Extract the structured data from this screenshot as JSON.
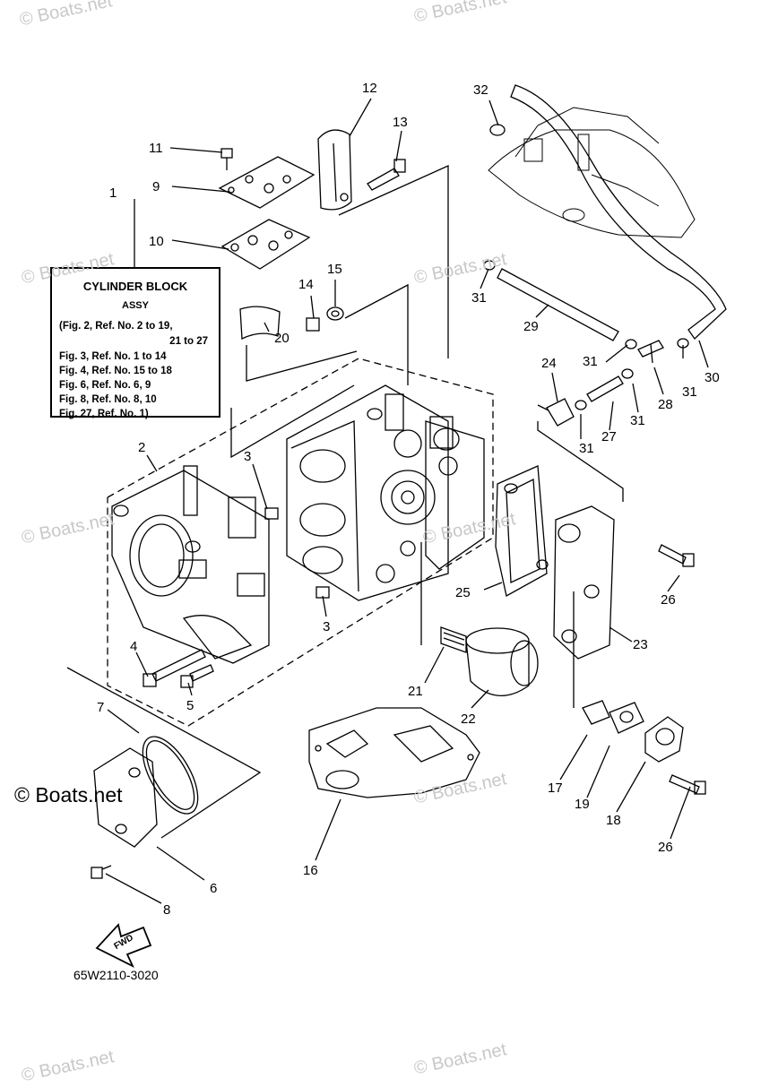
{
  "title_box": {
    "title": "CYLINDER BLOCK",
    "subtitle": "ASSY",
    "lines": [
      "(Fig. 2, Ref. No. 2 to 19,",
      "21 to 27",
      "Fig. 3, Ref. No. 1 to 14",
      "Fig. 4, Ref. No. 15 to 18",
      "Fig. 6, Ref. No. 6, 9",
      "Fig. 8, Ref. No. 8, 10",
      "Fig. 27, Ref. No. 1)"
    ]
  },
  "callouts": {
    "c1": "1",
    "c2": "2",
    "c3a": "3",
    "c3b": "3",
    "c4": "4",
    "c5": "5",
    "c6": "6",
    "c7": "7",
    "c8": "8",
    "c9": "9",
    "c10": "10",
    "c11": "11",
    "c12": "12",
    "c13": "13",
    "c14": "14",
    "c15": "15",
    "c16": "16",
    "c17": "17",
    "c18": "18",
    "c19": "19",
    "c20": "20",
    "c21": "21",
    "c22": "22",
    "c23": "23",
    "c24": "24",
    "c25": "25",
    "c26a": "26",
    "c26b": "26",
    "c27": "27",
    "c28": "28",
    "c29": "29",
    "c30": "30",
    "c31a": "31",
    "c31b": "31",
    "c31c": "31",
    "c31d": "31",
    "c31e": "31",
    "c32": "32"
  },
  "fwd_label": "FWD",
  "part_number": "65W2110-3020",
  "watermarks": {
    "faint": "© Boats.net",
    "strong": "© Boats.net"
  }
}
